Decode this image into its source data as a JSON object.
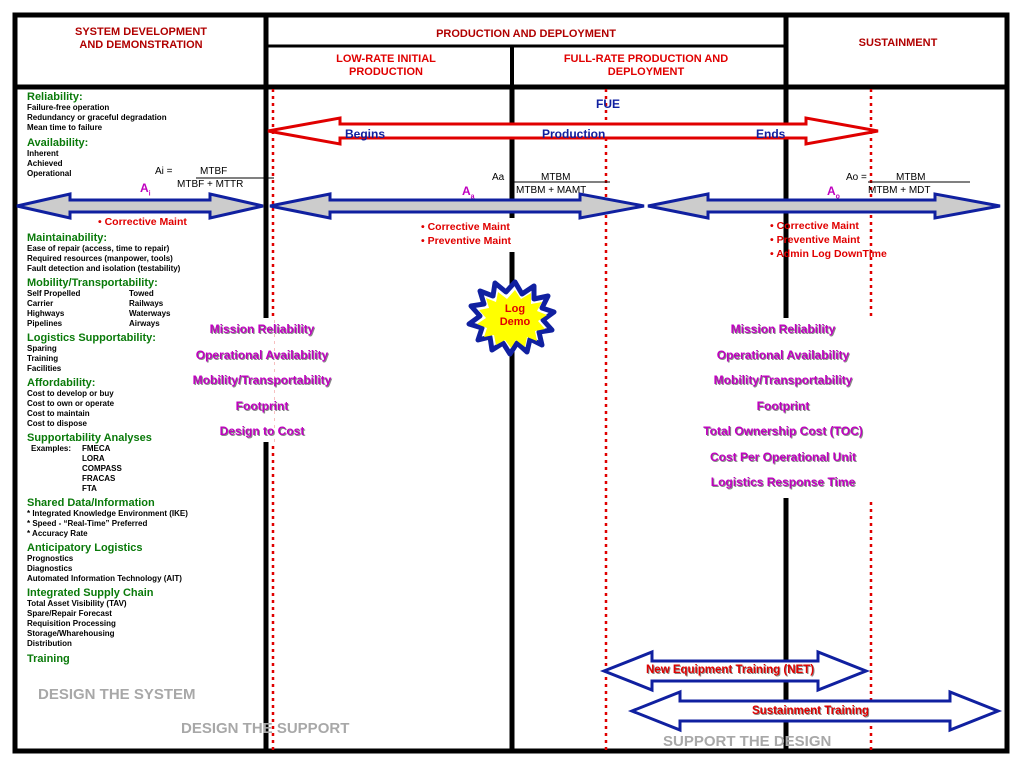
{
  "headers": {
    "sdd": "SYSTEM DEVELOPMENT AND DEMONSTRATION",
    "pd": "PRODUCTION AND DEPLOYMENT",
    "lrip": "LOW-RATE INITIAL PRODUCTION",
    "frp": "FULL-RATE PRODUCTION AND DEPLOYMENT",
    "sustainment": "SUSTAINMENT"
  },
  "fue": "FUE",
  "production_arrow": {
    "begins": "Begins",
    "production": "Production",
    "ends": "Ends"
  },
  "equations": {
    "ai": {
      "lhs": "Ai =",
      "num": "MTBF",
      "den": "MTBF + MTTR",
      "symbol": "A",
      "sub": "i"
    },
    "aa": {
      "lhs": "Aa",
      "num": "MTBM",
      "den": "MTBM + MAMT",
      "symbol": "A",
      "sub": "a"
    },
    "ao": {
      "lhs": "Ao =",
      "num": "MTBM",
      "den": "MTBM + MDT",
      "symbol": "A",
      "sub": "o"
    }
  },
  "maint_lists": {
    "sdd": [
      "• Corrective Maint"
    ],
    "lrip": [
      "• Corrective Maint",
      "• Preventive Maint"
    ],
    "sust": [
      "• Corrective Maint",
      "• Preventive Maint",
      "• Admin Log DownTime"
    ]
  },
  "log_demo": "Log Demo",
  "left_panel": {
    "reliability": {
      "title": "Reliability:",
      "items": [
        "Failure-free operation",
        "Redundancy or graceful degradation",
        "Mean time to failure"
      ]
    },
    "availability": {
      "title": "Availability:",
      "items": [
        "Inherent",
        "Achieved",
        "Operational"
      ]
    },
    "maintainability": {
      "title": "Maintainability:",
      "items": [
        "Ease of repair (access, time to repair)",
        "Required resources (manpower, tools)",
        "Fault detection and isolation (testability)"
      ]
    },
    "mobility": {
      "title": "Mobility/Transportability:",
      "rows": [
        [
          "Self Propelled",
          "Towed"
        ],
        [
          "Carrier",
          "Railways"
        ],
        [
          "Highways",
          "Waterways"
        ],
        [
          "Pipelines",
          "Airways"
        ]
      ]
    },
    "logistics": {
      "title": "Logistics Supportability:",
      "items": [
        "Sparing",
        "Training",
        "Facilities"
      ]
    },
    "affordability": {
      "title": "Affordability:",
      "items": [
        "Cost to develop or buy",
        "Cost to own or operate",
        "Cost to maintain",
        "Cost to dispose"
      ]
    },
    "analyses": {
      "title": "Supportability Analyses",
      "label": "Examples:",
      "items": [
        "FMECA",
        "LORA",
        "COMPASS",
        "FRACAS",
        "FTA"
      ]
    },
    "shared": {
      "title": "Shared Data/Information",
      "items": [
        "*  Integrated Knowledge Environment (IKE)",
        "*  Speed - “Real-Time” Preferred",
        "*  Accuracy Rate"
      ]
    },
    "anticipatory": {
      "title": "Anticipatory Logistics",
      "items": [
        "Prognostics",
        "Diagnostics",
        "Automated Information Technology (AIT)"
      ]
    },
    "supply": {
      "title": "Integrated Supply Chain",
      "items": [
        "Total Asset Visibility (TAV)",
        "Spare/Repair Forecast",
        "Requisition Processing",
        "Storage/Wharehousing",
        "Distribution"
      ]
    },
    "training": {
      "title": "Training"
    }
  },
  "mission_left": [
    "Mission Reliability",
    "Operational Availability",
    "Mobility/Transportability",
    "Footprint",
    "Design to Cost"
  ],
  "mission_right": [
    "Mission Reliability",
    "Operational Availability",
    "Mobility/Transportability",
    "Footprint",
    "Total Ownership Cost (TOC)",
    "Cost Per Operational Unit",
    "Logistics Response Time"
  ],
  "training_arrows": {
    "net": "New Equipment Training (NET)",
    "sustainment": "Sustainment Training"
  },
  "footer": {
    "design_system": "DESIGN THE SYSTEM",
    "design_support": "DESIGN THE SUPPORT",
    "support_design": "SUPPORT THE DESIGN"
  },
  "colors": {
    "red": "#e00000",
    "blue": "#1020a0",
    "green": "#0a7a0a",
    "magenta": "#c000c0",
    "gray": "#a8a8a8"
  }
}
